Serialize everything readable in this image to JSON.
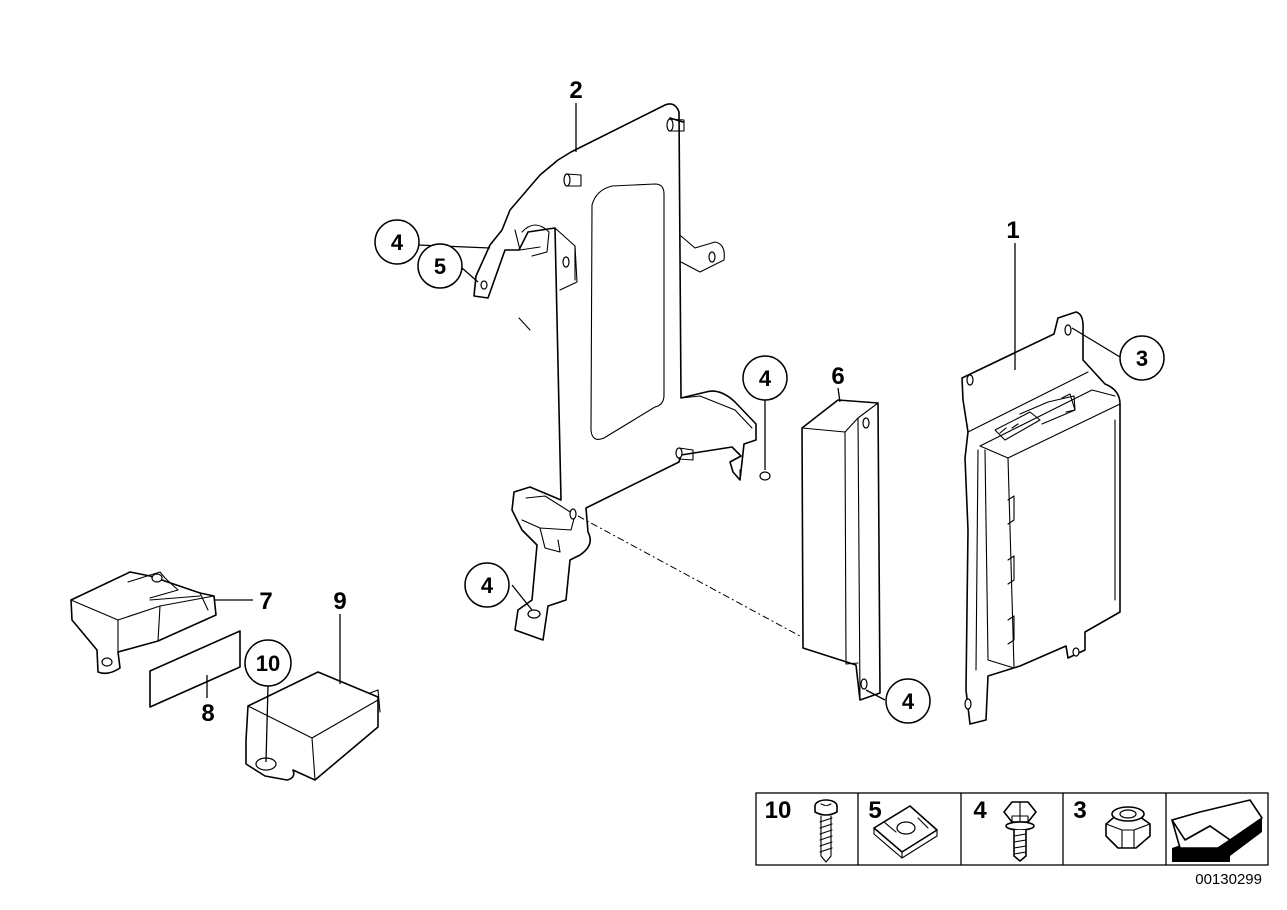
{
  "callouts": {
    "c1": "1",
    "c2": "2",
    "c3": "3",
    "c4a": "4",
    "c4b": "4",
    "c4c": "4",
    "c4d": "4",
    "c5": "5",
    "c6": "6",
    "c7": "7",
    "c8": "8",
    "c9": "9",
    "c10": "10"
  },
  "legend": {
    "cells": [
      {
        "num": "10",
        "icon": "screw-icon"
      },
      {
        "num": "5",
        "icon": "clip-nut-icon"
      },
      {
        "num": "4",
        "icon": "bolt-icon"
      },
      {
        "num": "3",
        "icon": "hex-nut-icon"
      }
    ],
    "arrow_icon": "arrow-icon"
  },
  "doc_number": "00130299"
}
